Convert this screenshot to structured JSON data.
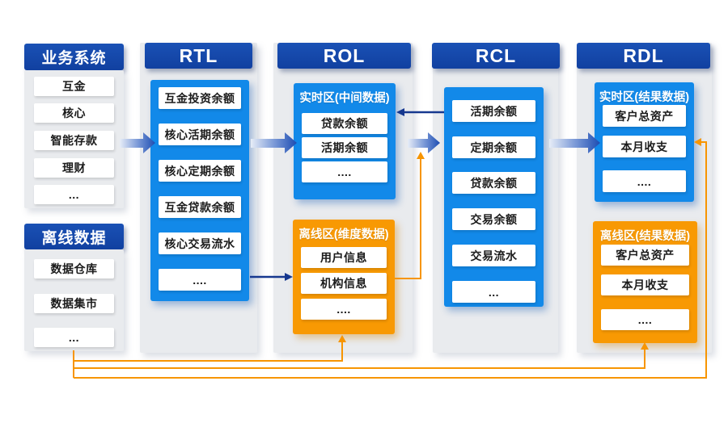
{
  "palette": {
    "header_blue": "#1140a0",
    "panel_blue": "#1289e9",
    "panel_orange": "#f89903",
    "column_gray": "#e9ebee",
    "connector_navy": "#16388f",
    "connector_orange": "#f79502"
  },
  "business_system": {
    "title": "业务系统",
    "items": [
      "互金",
      "核心",
      "智能存款",
      "理财",
      "..."
    ]
  },
  "offline_data": {
    "title": "离线数据",
    "items": [
      "数据仓库",
      "数据集市",
      "..."
    ]
  },
  "rtl": {
    "title": "RTL",
    "items": [
      "互金投资余额",
      "核心活期余额",
      "核心定期余额",
      "互金贷款余额",
      "核心交易流水",
      "...."
    ]
  },
  "rol": {
    "title": "ROL",
    "realtime_zone": {
      "label": "实时区(中间数据)",
      "items": [
        "贷款余额",
        "活期余额",
        "...."
      ]
    },
    "offline_zone": {
      "label": "离线区(维度数据)",
      "items": [
        "用户信息",
        "机构信息",
        "...."
      ]
    }
  },
  "rcl": {
    "title": "RCL",
    "items": [
      "活期余额",
      "定期余额",
      "贷款余额",
      "交易余额",
      "交易流水",
      "..."
    ]
  },
  "rdl": {
    "title": "RDL",
    "realtime_zone": {
      "label": "实时区(结果数据)",
      "items": [
        "客户总资产",
        "本月收支",
        "...."
      ]
    },
    "offline_zone": {
      "label": "离线区(结果数据)",
      "items": [
        "客户总资产",
        "本月收支",
        "...."
      ]
    }
  }
}
